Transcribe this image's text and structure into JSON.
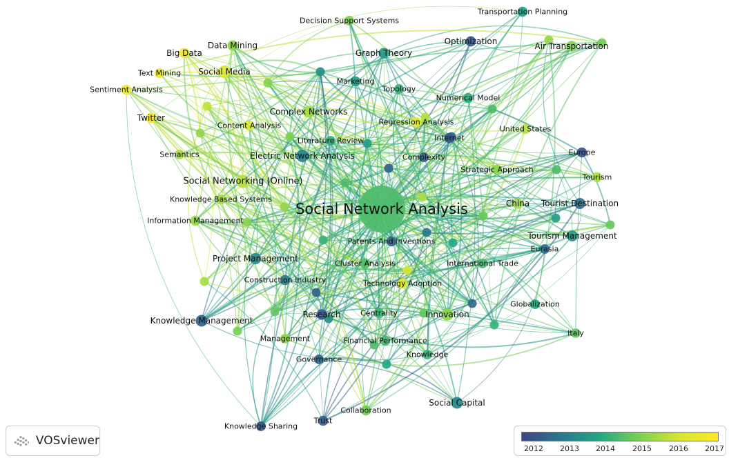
{
  "app": {
    "brand_label": "VOSviewer",
    "brand_icon": "vosviewer-logo-icon"
  },
  "color_scale": {
    "years": [
      "2012",
      "2013",
      "2014",
      "2015",
      "2016",
      "2017"
    ],
    "gradient": [
      "#414487",
      "#2a788e",
      "#22a884",
      "#7ad151",
      "#d6e634",
      "#fde725"
    ]
  },
  "map": {
    "nodes": [
      {
        "id": "sna",
        "label": "Social Network Analysis",
        "year": 2014.6,
        "weight": 1.0
      },
      {
        "id": "sno",
        "label": "Social Networking (Online)",
        "year": 2015.8,
        "weight": 0.45
      },
      {
        "id": "ena",
        "label": "Electric Network Analysis",
        "year": 2013.3,
        "weight": 0.4
      },
      {
        "id": "sm",
        "label": "Social Media",
        "year": 2016.3,
        "weight": 0.4
      },
      {
        "id": "cn",
        "label": "Complex Networks",
        "year": 2015.6,
        "weight": 0.35
      },
      {
        "id": "inno",
        "label": "Innovation",
        "year": 2015.3,
        "weight": 0.38
      },
      {
        "id": "km",
        "label": "Knowledge Management",
        "year": 2012.6,
        "weight": 0.35
      },
      {
        "id": "sc",
        "label": "Social Capital",
        "year": 2013.4,
        "weight": 0.35
      },
      {
        "id": "pm",
        "label": "Project Management",
        "year": 2013.4,
        "weight": 0.32
      },
      {
        "id": "td",
        "label": "Tourist Destination",
        "year": 2012.8,
        "weight": 0.3
      },
      {
        "id": "tm",
        "label": "Tourism Management",
        "year": 2013.7,
        "weight": 0.3
      },
      {
        "id": "china",
        "label": "China",
        "year": 2015.5,
        "weight": 0.26
      },
      {
        "id": "bd",
        "label": "Big Data",
        "year": 2016.8,
        "weight": 0.25
      },
      {
        "id": "dm",
        "label": "Data Mining",
        "year": 2015.3,
        "weight": 0.25
      },
      {
        "id": "tw",
        "label": "Twitter",
        "year": 2016.9,
        "weight": 0.25
      },
      {
        "id": "sa",
        "label": "Sentiment Analysis",
        "year": 2016.9,
        "weight": 0.22
      },
      {
        "id": "txt",
        "label": "Text Mining",
        "year": 2016.7,
        "weight": 0.2
      },
      {
        "id": "dss",
        "label": "Decision Support Systems",
        "year": 2015.1,
        "weight": 0.2
      },
      {
        "id": "gt",
        "label": "Graph Theory",
        "year": 2013.8,
        "weight": 0.26
      },
      {
        "id": "opt",
        "label": "Optimization",
        "year": 2012.4,
        "weight": 0.25
      },
      {
        "id": "tp",
        "label": "Transportation Planning",
        "year": 2013.9,
        "weight": 0.22
      },
      {
        "id": "at",
        "label": "Air Transportation",
        "year": 2015.2,
        "weight": 0.28
      },
      {
        "id": "mkt",
        "label": "Marketing",
        "year": 2013.8,
        "weight": 0.22
      },
      {
        "id": "topo",
        "label": "Topology",
        "year": 2014.3,
        "weight": 0.2
      },
      {
        "id": "nm",
        "label": "Numerical Model",
        "year": 2014.2,
        "weight": 0.22
      },
      {
        "id": "ra",
        "label": "Regression Analysis",
        "year": 2016.5,
        "weight": 0.22
      },
      {
        "id": "ca",
        "label": "Content Analysis",
        "year": 2016.2,
        "weight": 0.22
      },
      {
        "id": "us",
        "label": "United States",
        "year": 2015.8,
        "weight": 0.22
      },
      {
        "id": "lr",
        "label": "Literature Review",
        "year": 2014.3,
        "weight": 0.2
      },
      {
        "id": "net",
        "label": "Internet",
        "year": 2012.4,
        "weight": 0.24
      },
      {
        "id": "sem",
        "label": "Semantics",
        "year": 2015.7,
        "weight": 0.2
      },
      {
        "id": "cplx",
        "label": "Complexity",
        "year": 2012.5,
        "weight": 0.2
      },
      {
        "id": "eu",
        "label": "Europe",
        "year": 2012.3,
        "weight": 0.22
      },
      {
        "id": "sta",
        "label": "Strategic Approach",
        "year": 2015.3,
        "weight": 0.22
      },
      {
        "id": "tour",
        "label": "Tourism",
        "year": 2015.7,
        "weight": 0.22
      },
      {
        "id": "kbs",
        "label": "Knowledge Based Systems",
        "year": 2015.6,
        "weight": 0.2
      },
      {
        "id": "im",
        "label": "Information Management",
        "year": 2015.4,
        "weight": 0.22
      },
      {
        "id": "pai",
        "label": "Patents And Inventions",
        "year": 2012.6,
        "weight": 0.22
      },
      {
        "id": "eur",
        "label": "Eurasia",
        "year": 2012.9,
        "weight": 0.2
      },
      {
        "id": "clu",
        "label": "Cluster Analysis",
        "year": 2014.6,
        "weight": 0.24
      },
      {
        "id": "it",
        "label": "International Trade",
        "year": 2014.5,
        "weight": 0.2
      },
      {
        "id": "ci",
        "label": "Construction Industry",
        "year": 2013.2,
        "weight": 0.24
      },
      {
        "id": "ta",
        "label": "Technology Adoption",
        "year": 2016.6,
        "weight": 0.22
      },
      {
        "id": "glob",
        "label": "Globalization",
        "year": 2014.1,
        "weight": 0.2
      },
      {
        "id": "res",
        "label": "Research",
        "year": 2012.4,
        "weight": 0.26
      },
      {
        "id": "cent",
        "label": "Centrality",
        "year": 2014.4,
        "weight": 0.24
      },
      {
        "id": "mgmt",
        "label": "Management",
        "year": 2015.4,
        "weight": 0.2
      },
      {
        "id": "fp",
        "label": "Financial Performance",
        "year": 2014.5,
        "weight": 0.22
      },
      {
        "id": "italy",
        "label": "Italy",
        "year": 2014.8,
        "weight": 0.18
      },
      {
        "id": "gov",
        "label": "Governance",
        "year": 2012.7,
        "weight": 0.2
      },
      {
        "id": "know",
        "label": "Knowledge",
        "year": 2014.4,
        "weight": 0.2
      },
      {
        "id": "coll",
        "label": "Collaboration",
        "year": 2015.0,
        "weight": 0.22
      },
      {
        "id": "ks",
        "label": "Knowledge Sharing",
        "year": 2012.4,
        "weight": 0.2
      },
      {
        "id": "trust",
        "label": "Trust",
        "year": 2012.5,
        "weight": 0.22
      }
    ]
  }
}
